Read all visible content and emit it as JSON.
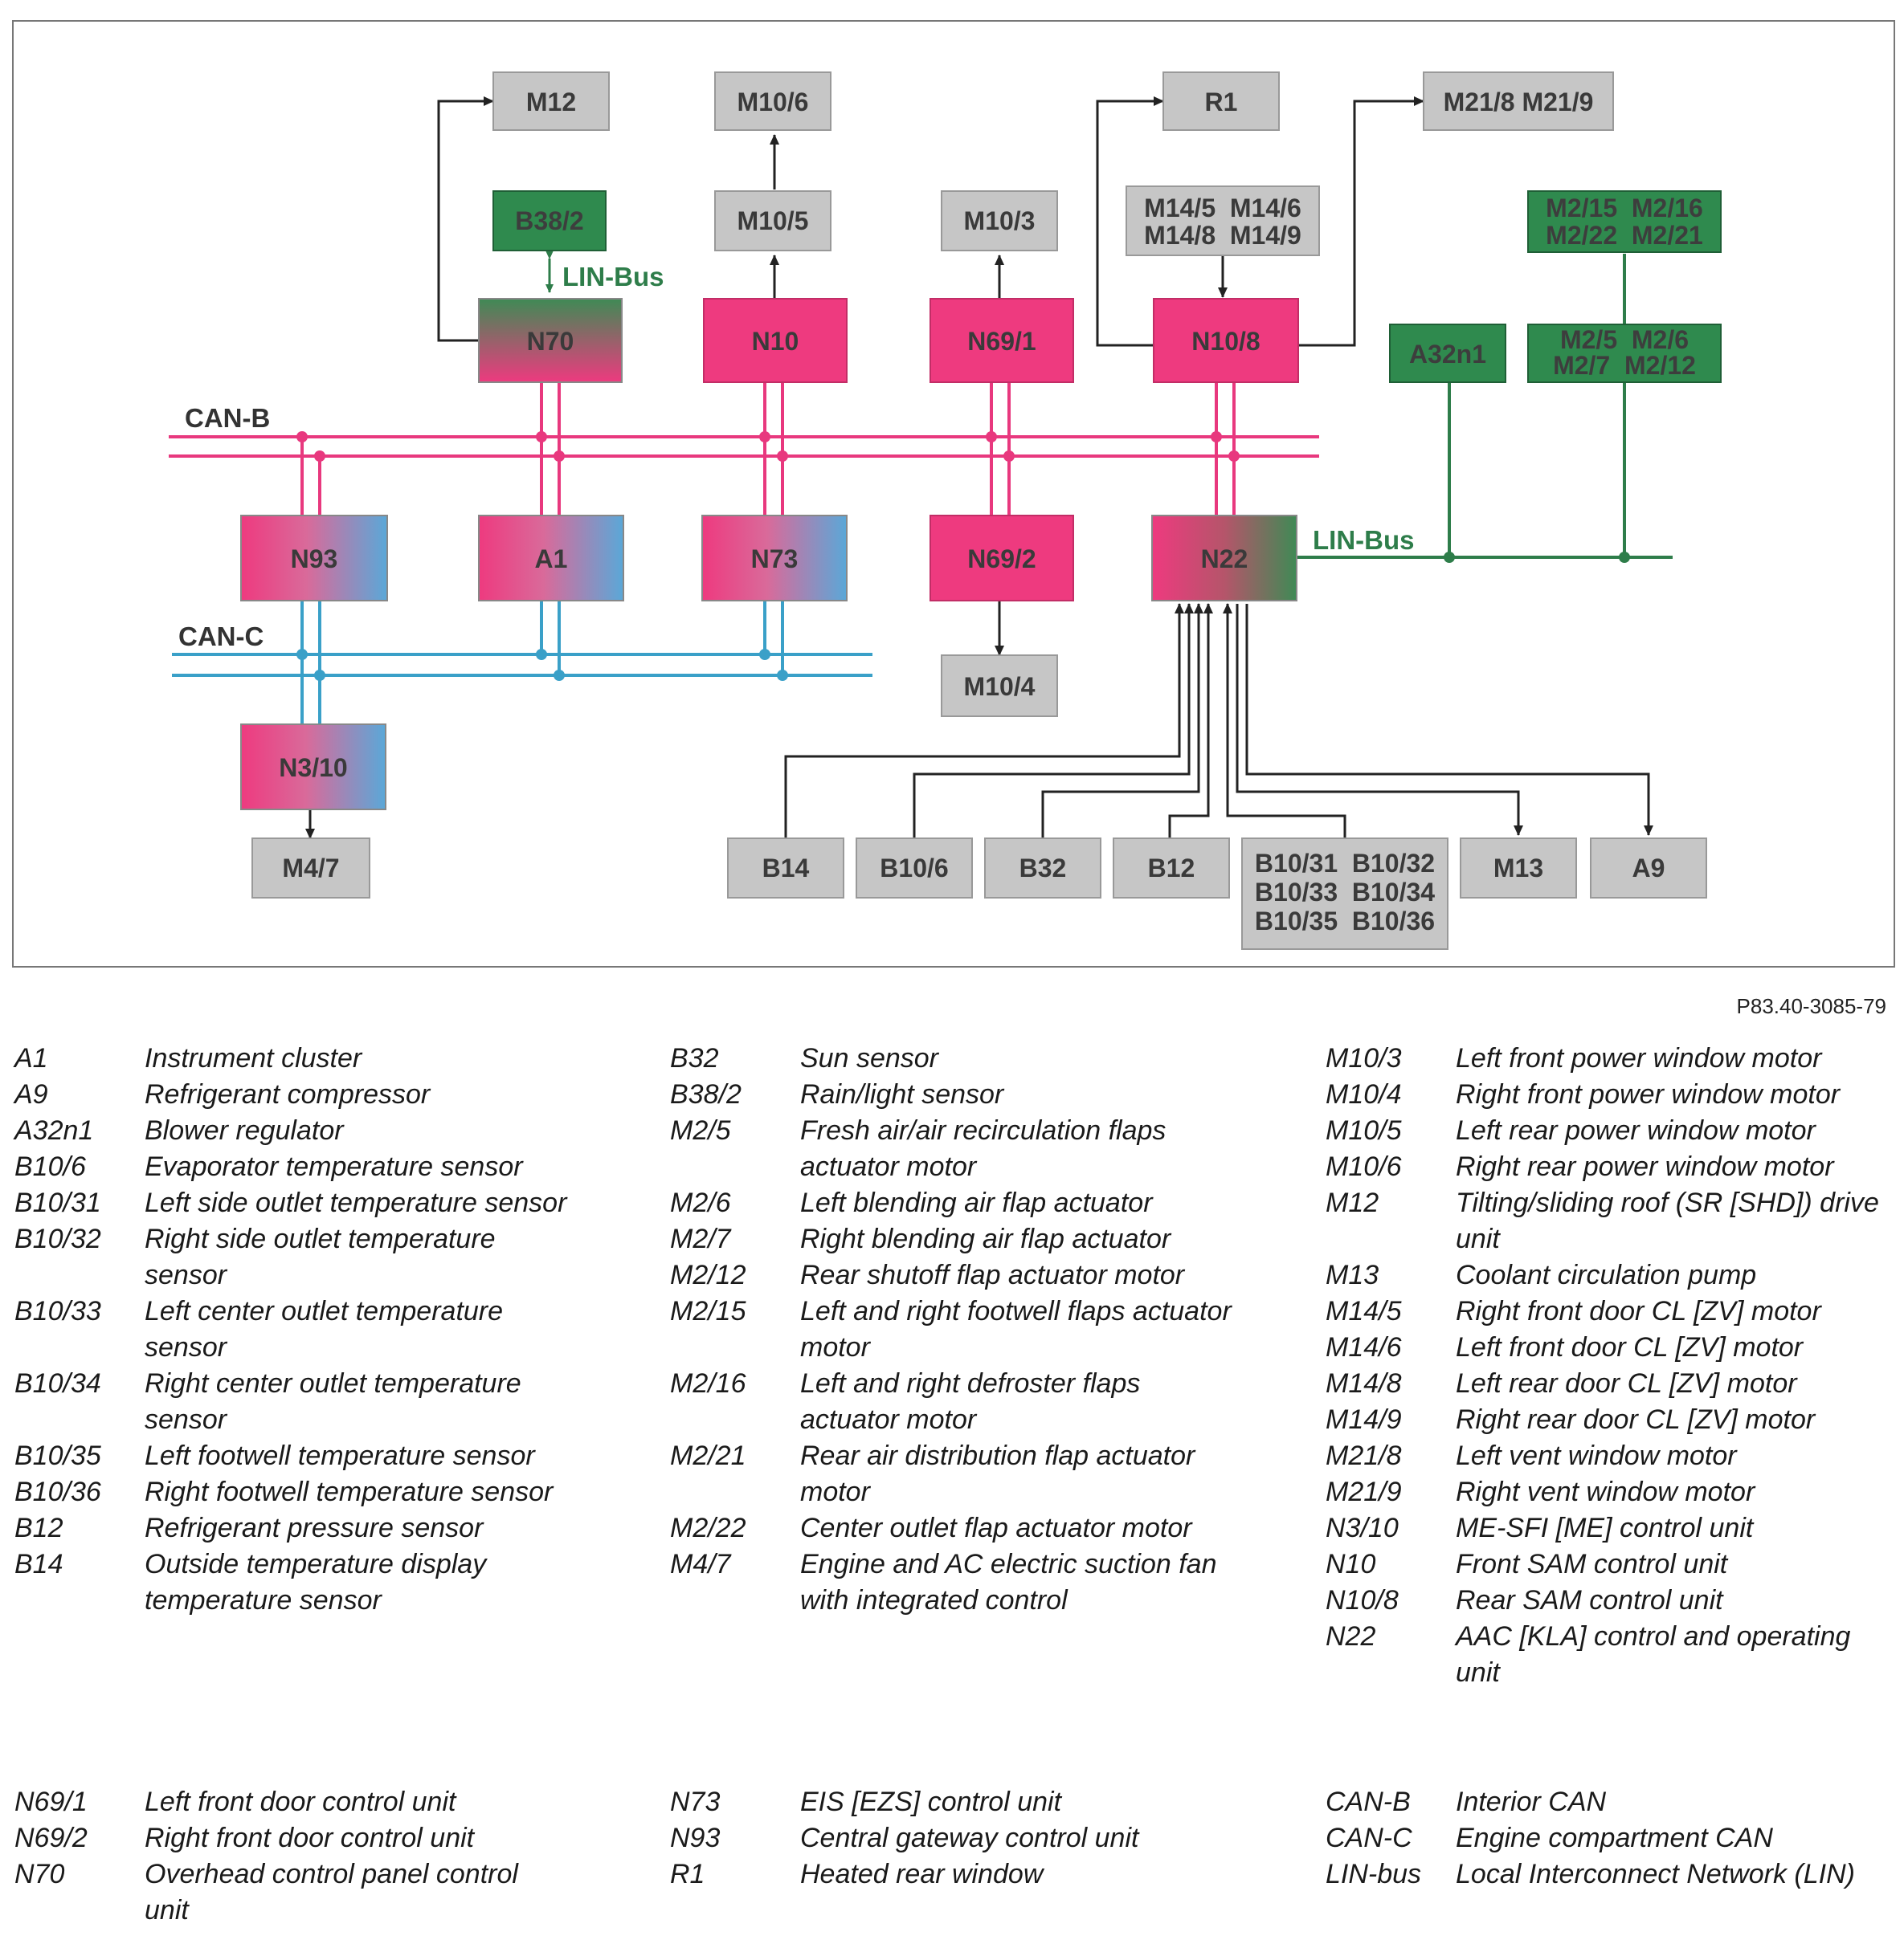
{
  "diagram": {
    "colors": {
      "can_b": "#e8387e",
      "can_c": "#3aa0c8",
      "lin": "#2e7d4a",
      "control_unit_pink": "#ee3a7f",
      "component_gray": "#c6c6c6",
      "component_green": "#2f8a4e"
    },
    "bus_labels": {
      "can_b": "CAN-B",
      "can_c": "CAN-C",
      "lin_bus_top": "LIN-Bus",
      "lin_bus_main": "LIN-Bus"
    },
    "boxes": {
      "M12": {
        "lines": [
          "M12"
        ]
      },
      "M10_6": {
        "lines": [
          "M10/6"
        ]
      },
      "R1": {
        "lines": [
          "R1"
        ]
      },
      "M21": {
        "lines": [
          "M21/8 M21/9"
        ]
      },
      "B38_2": {
        "lines": [
          "B38/2"
        ]
      },
      "M10_5": {
        "lines": [
          "M10/5"
        ]
      },
      "M10_3": {
        "lines": [
          "M10/3"
        ]
      },
      "M14": {
        "lines": [
          "M14/5  M14/6",
          "M14/8  M14/9"
        ]
      },
      "M2_top": {
        "lines": [
          "M2/15  M2/16",
          "M2/22  M2/21"
        ]
      },
      "N70": {
        "lines": [
          "N70"
        ]
      },
      "N10": {
        "lines": [
          "N10"
        ]
      },
      "N69_1": {
        "lines": [
          "N69/1"
        ]
      },
      "N10_8": {
        "lines": [
          "N10/8"
        ]
      },
      "A32n1": {
        "lines": [
          "A32n1"
        ]
      },
      "M2_mid": {
        "lines": [
          "M2/5  M2/6",
          "M2/7  M2/12"
        ]
      },
      "N93": {
        "lines": [
          "N93"
        ]
      },
      "A1": {
        "lines": [
          "A1"
        ]
      },
      "N73": {
        "lines": [
          "N73"
        ]
      },
      "N69_2": {
        "lines": [
          "N69/2"
        ]
      },
      "N22": {
        "lines": [
          "N22"
        ]
      },
      "M10_4": {
        "lines": [
          "M10/4"
        ]
      },
      "N3_10": {
        "lines": [
          "N3/10"
        ]
      },
      "M4_7": {
        "lines": [
          "M4/7"
        ]
      },
      "B14": {
        "lines": [
          "B14"
        ]
      },
      "B10_6": {
        "lines": [
          "B10/6"
        ]
      },
      "B32": {
        "lines": [
          "B32"
        ]
      },
      "B12": {
        "lines": [
          "B12"
        ]
      },
      "B10_3x": {
        "lines": [
          "B10/31  B10/32",
          "B10/33  B10/34",
          "B10/35  B10/36"
        ]
      },
      "M13": {
        "lines": [
          "M13"
        ]
      },
      "A9": {
        "lines": [
          "A9"
        ]
      }
    }
  },
  "reference_code": "P83.40-3085-79",
  "legend_top": [
    [
      {
        "code": "A1",
        "desc": "Instrument cluster"
      },
      {
        "code": "A9",
        "desc": "Refrigerant compressor"
      },
      {
        "code": "A32n1",
        "desc": "Blower regulator"
      },
      {
        "code": "B10/6",
        "desc": "Evaporator temperature sensor"
      },
      {
        "code": "B10/31",
        "desc": "Left side outlet temperature sensor"
      },
      {
        "code": "B10/32",
        "desc": "Right side outlet temperature sensor"
      },
      {
        "code": "B10/33",
        "desc": "Left center outlet temperature sensor"
      },
      {
        "code": "B10/34",
        "desc": "Right center outlet temperature sensor"
      },
      {
        "code": "B10/35",
        "desc": "Left footwell temperature sensor"
      },
      {
        "code": "B10/36",
        "desc": "Right footwell temperature sensor"
      },
      {
        "code": "B12",
        "desc": "Refrigerant pressure sensor"
      },
      {
        "code": "B14",
        "desc": "Outside temperature display temperature sensor"
      }
    ],
    [
      {
        "code": "B32",
        "desc": "Sun sensor"
      },
      {
        "code": "B38/2",
        "desc": "Rain/light sensor"
      },
      {
        "code": "M2/5",
        "desc": "Fresh air/air recirculation flaps actuator motor"
      },
      {
        "code": "M2/6",
        "desc": "Left blending air flap actuator"
      },
      {
        "code": "M2/7",
        "desc": "Right blending air flap actuator"
      },
      {
        "code": "M2/12",
        "desc": "Rear shutoff flap actuator motor"
      },
      {
        "code": "M2/15",
        "desc": "Left and right footwell flaps actuator motor"
      },
      {
        "code": "M2/16",
        "desc": "Left and right defroster flaps actuator motor"
      },
      {
        "code": "M2/21",
        "desc": "Rear air distribution flap actuator motor"
      },
      {
        "code": "M2/22",
        "desc": "Center outlet flap actuator motor"
      },
      {
        "code": "M4/7",
        "desc": "Engine and AC electric suction fan with integrated control"
      }
    ],
    [
      {
        "code": "M10/3",
        "desc": "Left front power window motor"
      },
      {
        "code": "M10/4",
        "desc": "Right front power window motor"
      },
      {
        "code": "M10/5",
        "desc": "Left rear power window motor"
      },
      {
        "code": "M10/6",
        "desc": "Right rear power window motor"
      },
      {
        "code": "M12",
        "desc": "Tilting/sliding roof (SR [SHD]) drive unit"
      },
      {
        "code": "M13",
        "desc": "Coolant circulation pump"
      },
      {
        "code": "M14/5",
        "desc": "Right front door CL [ZV] motor"
      },
      {
        "code": "M14/6",
        "desc": "Left front door CL [ZV] motor"
      },
      {
        "code": "M14/8",
        "desc": "Left rear door CL [ZV] motor"
      },
      {
        "code": "M14/9",
        "desc": "Right rear door CL [ZV] motor"
      },
      {
        "code": "M21/8",
        "desc": "Left vent window motor"
      },
      {
        "code": "M21/9",
        "desc": "Right vent window motor"
      },
      {
        "code": "N3/10",
        "desc": "ME-SFI [ME] control unit"
      },
      {
        "code": "N10",
        "desc": "Front SAM control unit"
      },
      {
        "code": "N10/8",
        "desc": "Rear SAM control unit"
      },
      {
        "code": "N22",
        "desc": "AAC [KLA] control and operating unit"
      }
    ]
  ],
  "legend_bottom": [
    [
      {
        "code": "N69/1",
        "desc": "Left front door control unit"
      },
      {
        "code": "N69/2",
        "desc": "Right front door control unit"
      },
      {
        "code": "N70",
        "desc": "Overhead control panel control unit"
      }
    ],
    [
      {
        "code": "N73",
        "desc": "EIS [EZS] control unit"
      },
      {
        "code": "N93",
        "desc": "Central gateway control unit"
      },
      {
        "code": "R1",
        "desc": "Heated rear window"
      }
    ],
    [
      {
        "code": "CAN-B",
        "desc": "Interior CAN"
      },
      {
        "code": "CAN-C",
        "desc": "Engine compartment CAN"
      },
      {
        "code": "LIN-bus",
        "desc": "Local Interconnect Network (LIN)"
      }
    ]
  ]
}
